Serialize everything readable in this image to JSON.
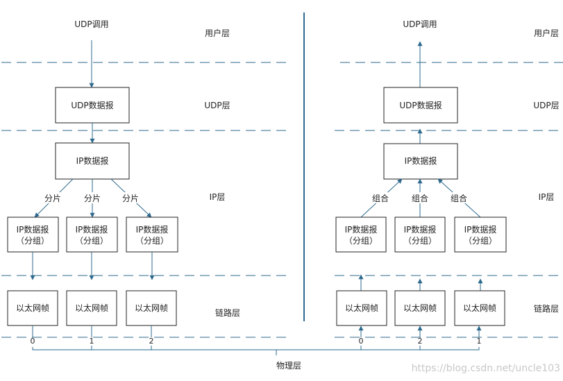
{
  "sender": {
    "call_label": "UDP调用",
    "udp_box": "UDP数据报",
    "ip_box": "IP数据报",
    "split_labels": [
      "分片",
      "分片",
      "分片"
    ],
    "fragments": [
      {
        "line1": "IP数据报",
        "line2": "（分组）"
      },
      {
        "line1": "IP数据报",
        "line2": "（分组）"
      },
      {
        "line1": "IP数据报",
        "line2": "（分组）"
      }
    ],
    "frames": [
      "以太网帧",
      "以太网帧",
      "以太网帧"
    ],
    "order": [
      "0",
      "1",
      "2"
    ]
  },
  "receiver": {
    "call_label": "UDP调用",
    "udp_box": "UDP数据报",
    "ip_box": "IP数据报",
    "assemble_labels": [
      "组合",
      "组合",
      "组合"
    ],
    "fragments": [
      {
        "line1": "IP数据报",
        "line2": "（分组）"
      },
      {
        "line1": "IP数据报",
        "line2": "（分组）"
      },
      {
        "line1": "IP数据报",
        "line2": "（分组）"
      }
    ],
    "frames": [
      "以太网帧",
      "以太网帧",
      "以太网帧"
    ],
    "order": [
      "0",
      "2",
      "1"
    ]
  },
  "layers": {
    "user": "用户层",
    "udp": "UDP层",
    "ip": "IP层",
    "link": "链路层",
    "physical": "物理层"
  },
  "watermark": "https://blog.csdn.net/uncle103",
  "colors": {
    "line": "#2e6a8e",
    "box": "#222222"
  }
}
